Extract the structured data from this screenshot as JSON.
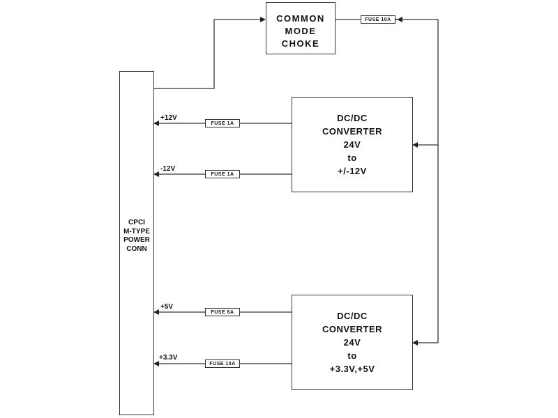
{
  "connector": {
    "lines": [
      "CPCI",
      "M-TYPE",
      "POWER",
      "CONN"
    ]
  },
  "choke": {
    "lines": [
      "COMMON",
      "MODE",
      "CHOKE"
    ]
  },
  "input_fuse": "FUSE 10A",
  "converter_1": {
    "lines": [
      "DC/DC",
      "CONVERTER",
      "24V",
      "to",
      "+/-12V"
    ]
  },
  "converter_2": {
    "lines": [
      "DC/DC",
      "CONVERTER",
      "24V",
      "to",
      "+3.3V,+5V"
    ]
  },
  "rails": [
    {
      "label": "+12V",
      "fuse": "FUSE 1A"
    },
    {
      "label": "-12V",
      "fuse": "FUSE 1A"
    },
    {
      "label": "+5V",
      "fuse": "FUSE 6A"
    },
    {
      "label": "+3.3V",
      "fuse": "FUSE 10A"
    }
  ],
  "colors": {
    "line": "#333333",
    "background": "#ffffff"
  }
}
